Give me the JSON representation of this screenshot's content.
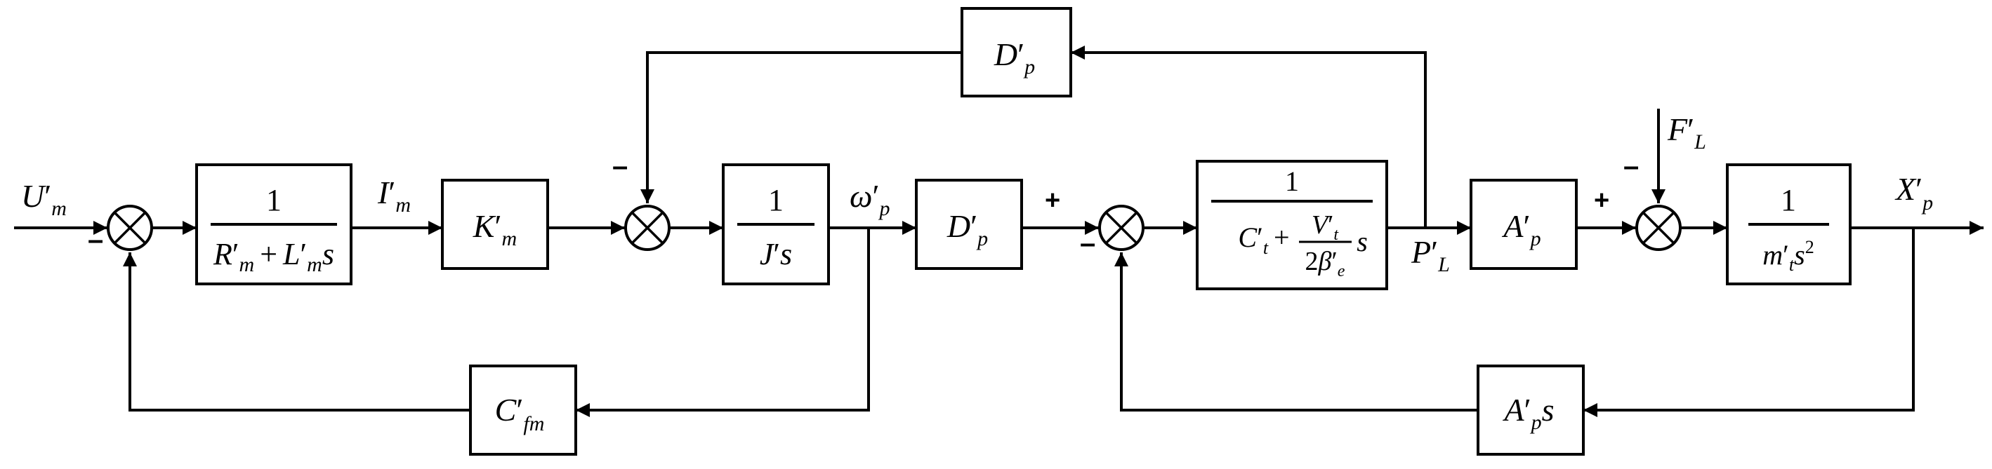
{
  "signals": {
    "input": "U",
    "input_sub": "m",
    "current": "I",
    "current_sub": "m",
    "speed": "ω",
    "speed_sub": "p",
    "pressure": "P",
    "pressure_sub": "L",
    "load_force": "F",
    "load_force_sub": "L",
    "output": "X",
    "output_sub": "p"
  },
  "blocks": {
    "motor_electrical": {
      "num": "1",
      "den_a": "R",
      "den_a_sub": "m",
      "den_op": "+",
      "den_b": "L",
      "den_b_sub": "m",
      "den_s": "s"
    },
    "torque_constant": {
      "main": "K",
      "sub": "m"
    },
    "inertia": {
      "num": "1",
      "den": "J",
      "den_s": "s"
    },
    "displacement_fwd": {
      "main": "D",
      "sub": "p"
    },
    "displacement_fb": {
      "main": "D",
      "sub": "p"
    },
    "hydraulic": {
      "num": "1",
      "den_a": "C",
      "den_a_sub": "t",
      "den_op": "+",
      "frac_num": "V",
      "frac_num_sub": "t",
      "frac_den_2": "2",
      "frac_den_beta": "β",
      "frac_den_sub": "e",
      "den_s": "s"
    },
    "area_fwd": {
      "main": "A",
      "sub": "p"
    },
    "mass": {
      "num": "1",
      "den_m": "m",
      "den_m_sub": "t",
      "den_s": "s",
      "den_exp": "2"
    },
    "back_emf": {
      "main": "C",
      "sub": "fm"
    },
    "velocity_fb": {
      "main": "A",
      "sub": "p",
      "tail": "s"
    }
  },
  "signs": {
    "sum1_bottom": "–",
    "sum2_top": "–",
    "sum3_left": "+",
    "sum3_bottom": "–",
    "sum4_left": "+",
    "sum4_top": "–"
  },
  "prime": "′"
}
